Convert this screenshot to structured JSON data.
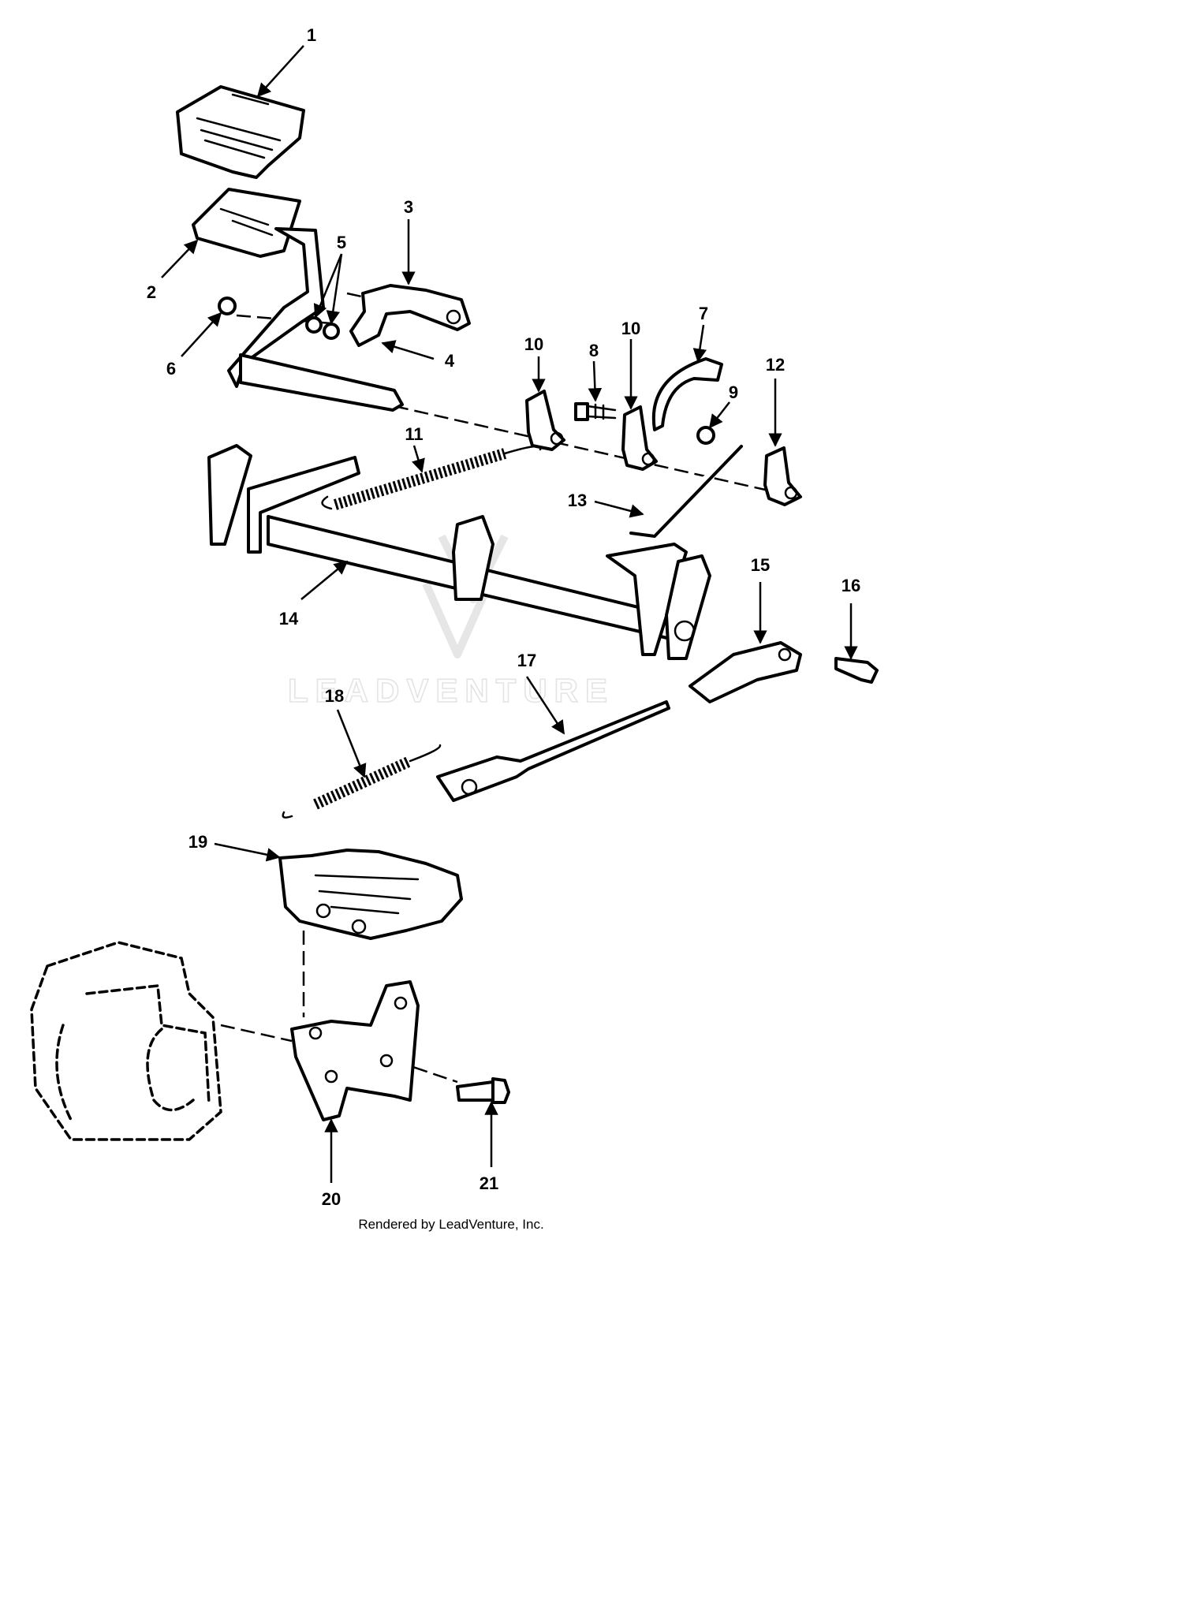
{
  "diagram": {
    "footer": "Rendered by LeadVenture, Inc.",
    "watermark": "LEADVENTURE",
    "callouts": [
      {
        "id": "1",
        "text": "1"
      },
      {
        "id": "2",
        "text": "2"
      },
      {
        "id": "3",
        "text": "3"
      },
      {
        "id": "4",
        "text": "4"
      },
      {
        "id": "5",
        "text": "5"
      },
      {
        "id": "6",
        "text": "6"
      },
      {
        "id": "7",
        "text": "7"
      },
      {
        "id": "8",
        "text": "8"
      },
      {
        "id": "9",
        "text": "9"
      },
      {
        "id": "10a",
        "text": "10"
      },
      {
        "id": "10b",
        "text": "10"
      },
      {
        "id": "11",
        "text": "11"
      },
      {
        "id": "12",
        "text": "12"
      },
      {
        "id": "13",
        "text": "13"
      },
      {
        "id": "14",
        "text": "14"
      },
      {
        "id": "15",
        "text": "15"
      },
      {
        "id": "16",
        "text": "16"
      },
      {
        "id": "17",
        "text": "17"
      },
      {
        "id": "18",
        "text": "18"
      },
      {
        "id": "19",
        "text": "19"
      },
      {
        "id": "20",
        "text": "20"
      },
      {
        "id": "21",
        "text": "21"
      }
    ]
  }
}
